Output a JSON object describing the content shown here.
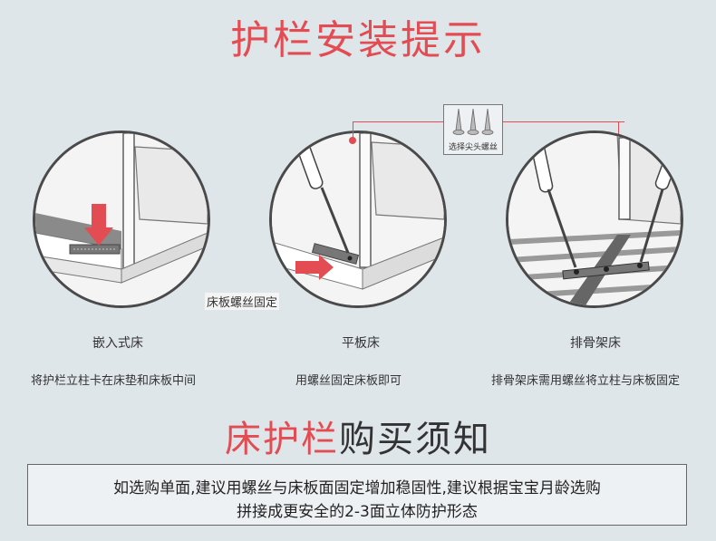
{
  "header": {
    "title": "护栏安装提示"
  },
  "diagrams": [
    {
      "label": "嵌入式床",
      "desc": "将护栏立柱卡在床垫和床板中间"
    },
    {
      "label": "平板床",
      "desc": "用螺丝固定床板即可",
      "callout": "床板螺丝固定"
    },
    {
      "label": "排骨架床",
      "desc": "排骨架床需用螺丝将立柱与床板固定"
    }
  ],
  "screw_box": {
    "label": "选择尖头螺丝"
  },
  "section2": {
    "title_red": "床护栏",
    "title_black": "购买须知"
  },
  "notice": {
    "line1": "如选购单面,建议用螺丝与床板面固定增加稳固性,建议根据宝宝月龄选购",
    "line2": "拼接成更安全的2-3面立体防护形态"
  },
  "colors": {
    "accent": "#e24c52",
    "background": "#dfe6ea"
  }
}
